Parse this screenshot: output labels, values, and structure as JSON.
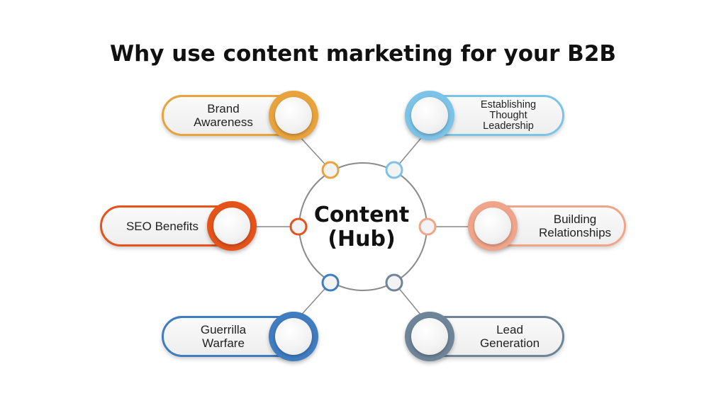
{
  "title": "Why use content marketing for your B2B",
  "hub": {
    "line1": "Content",
    "line2": "(Hub)"
  },
  "nodes": [
    {
      "id": "brand-awareness",
      "label": "Brand Awareness",
      "lines": [
        "Brand",
        "Awareness"
      ],
      "color": "#E8A33D"
    },
    {
      "id": "establishing-thought-leadership",
      "label": "Establishing Thought Leadership",
      "lines": [
        "Establishing",
        "Thought",
        "Leadership"
      ],
      "color": "#7CC3E8"
    },
    {
      "id": "seo-benefits",
      "label": "SEO Benefits",
      "lines": [
        "SEO Benefits"
      ],
      "color": "#E5531A"
    },
    {
      "id": "building-relationships",
      "label": "Building Relationships",
      "lines": [
        "Building",
        "Relationships"
      ],
      "color": "#F0A58A"
    },
    {
      "id": "guerrilla-warfare",
      "label": "Guerrilla Warfare",
      "lines": [
        "Guerrilla",
        "Warfare"
      ],
      "color": "#3F7CC0"
    },
    {
      "id": "lead-generation",
      "label": "Lead Generation",
      "lines": [
        "Lead",
        "Generation"
      ],
      "color": "#6E8499"
    }
  ],
  "colors": {
    "hub_ring": "#8a8a8a",
    "connector": "#8a8a8a"
  }
}
